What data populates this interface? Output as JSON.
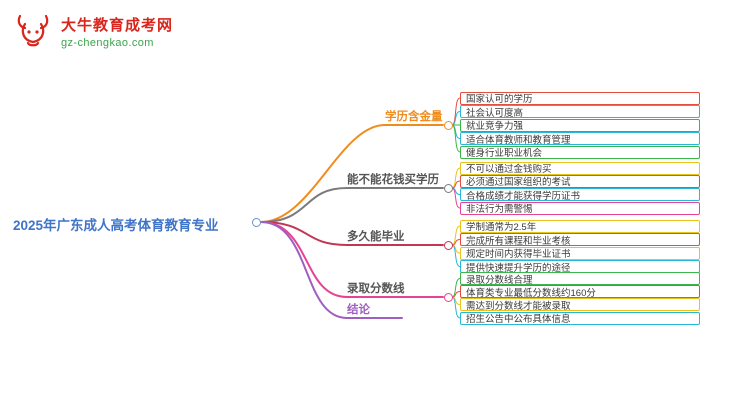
{
  "logo": {
    "title": "大牛教育成考网",
    "domain": "gz-chengkao.com",
    "title_color": "#d9251c",
    "domain_color": "#3aa54c",
    "icon": "bull-logo-icon",
    "icon_color": "#d9251c"
  },
  "root": {
    "label": "2025年广东成人高考体育教育专业",
    "color": "#3f74c8",
    "connector_color": "#6f94c5"
  },
  "branches": [
    {
      "label": "学历含金量",
      "color": "#f08c1e",
      "label_color": "#f08c1e",
      "children": [
        {
          "label": "国家认可的学历",
          "color": "#e74c3c"
        },
        {
          "label": "社会认可度高",
          "color": "#29b6d8"
        },
        {
          "label": "就业竞争力强",
          "color": "#3cb54a"
        },
        {
          "label": "适合体育教师和教育管理",
          "color": "#29b6d8"
        },
        {
          "label": "健身行业职业机会",
          "color": "#3cb54a"
        }
      ]
    },
    {
      "label": "能不能花钱买学历",
      "color": "#7a7a7a",
      "label_color": "#555555",
      "children": [
        {
          "label": "不可以通过金钱购买",
          "color": "#e7c31b"
        },
        {
          "label": "必须通过国家组织的考试",
          "color": "#e74c3c"
        },
        {
          "label": "合格成绩才能获得学历证书",
          "color": "#29b6d8"
        },
        {
          "label": "非法行为需警惕",
          "color": "#e84393"
        }
      ]
    },
    {
      "label": "多久能毕业",
      "color": "#c23652",
      "label_color": "#555555",
      "children": [
        {
          "label": "学制通常为2.5年",
          "color": "#e7c31b"
        },
        {
          "label": "完成所有课程和毕业考核",
          "color": "#e74c3c"
        },
        {
          "label": "规定时间内获得毕业证书",
          "color": "#e7c31b"
        },
        {
          "label": "提供快速提升学历的途径",
          "color": "#29b6d8"
        }
      ]
    },
    {
      "label": "录取分数线",
      "color": "#e84393",
      "label_color": "#555555",
      "children": [
        {
          "label": "录取分数线合理",
          "color": "#3cb54a"
        },
        {
          "label": "体育类专业最低分数线约160分",
          "color": "#e74c3c"
        },
        {
          "label": "需达到分数线才能被录取",
          "color": "#e7c31b"
        },
        {
          "label": "招生公告中公布具体信息",
          "color": "#29b6d8"
        }
      ]
    },
    {
      "label": "结论",
      "color": "#a05fc0",
      "label_color": "#a05fc0",
      "children": []
    }
  ]
}
